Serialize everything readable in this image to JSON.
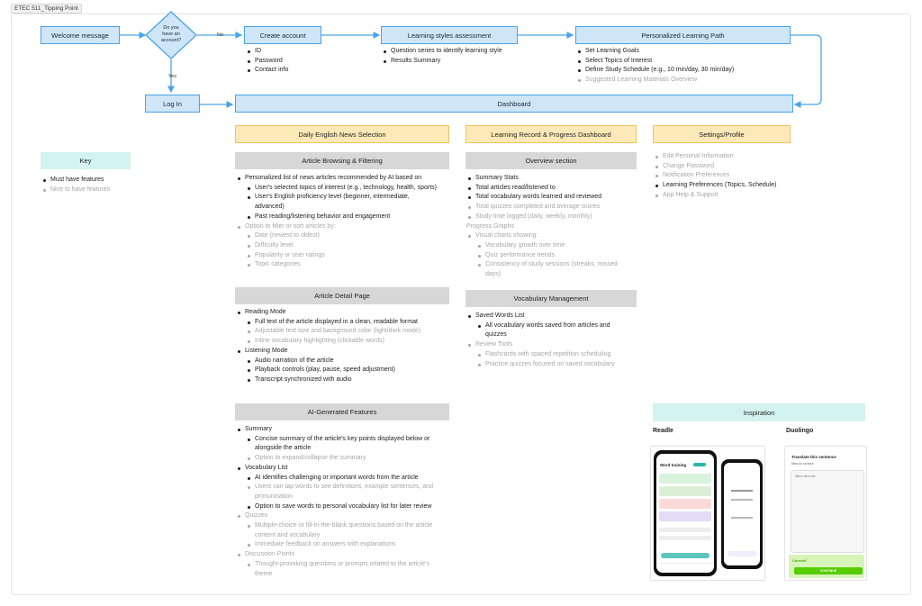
{
  "frame_title": "ETEC 511_Tipping Point",
  "flow": {
    "welcome": "Welcome message",
    "decision": [
      "Do you",
      "have an",
      "account?"
    ],
    "no_label": "No",
    "yes_label": "Yes",
    "create_account": "Create account",
    "learning_styles": "Learning styles assessment",
    "personalized_path": "Personalized Learning Path",
    "login": "Log In",
    "dashboard": "Dashboard",
    "create_items": [
      "ID",
      "Password",
      "Contact info"
    ],
    "learning_items": [
      "Question series to identify learning style",
      "Results Summary"
    ],
    "path_items": [
      {
        "text": "Set Learning Goals",
        "nice": false
      },
      {
        "text": "Select Topics of Interest",
        "nice": false
      },
      {
        "text": "Define Study Schedule (e.g., 10 min/day, 30 min/day)",
        "nice": false
      },
      {
        "text": "Suggested Learning Materials Overview",
        "nice": true
      }
    ]
  },
  "key": {
    "title": "Key",
    "must": "Must have features",
    "nice": "Nice to have features"
  },
  "sections": {
    "news": "Daily English News Selection",
    "record": "Learning Record & Progress Dashboard",
    "settings": "Settings/Profile"
  },
  "article_browsing": {
    "title": "Article Browsing & Filtering",
    "items": [
      {
        "lvl": 1,
        "text": "Personalized list of news articles recommended by AI based on",
        "nice": false
      },
      {
        "lvl": 2,
        "text": "User's selected topics of interest (e.g., technology, health, sports)",
        "nice": false
      },
      {
        "lvl": 2,
        "text": "User's English proficiency level (beginner, intermediate,",
        "nice": false
      },
      {
        "lvl": 2,
        "text": "advanced)",
        "nice": false,
        "cont": true
      },
      {
        "lvl": 2,
        "text": "Past reading/listening behavior and engagement",
        "nice": false
      },
      {
        "lvl": 1,
        "text": "Option to filter or sort articles by:",
        "nice": true
      },
      {
        "lvl": 2,
        "text": "Date (newest to oldest)",
        "nice": true
      },
      {
        "lvl": 2,
        "text": "Difficulty level",
        "nice": true
      },
      {
        "lvl": 2,
        "text": "Popularity or user ratings",
        "nice": true
      },
      {
        "lvl": 2,
        "text": "Topic categories",
        "nice": true
      }
    ]
  },
  "article_detail": {
    "title": "Article Detail Page",
    "items": [
      {
        "lvl": 1,
        "text": "Reading Mode",
        "nice": false
      },
      {
        "lvl": 2,
        "text": "Full text of the article displayed in a clean, readable format",
        "nice": false
      },
      {
        "lvl": 2,
        "text": "Adjustable text size and background color (light/dark mode)",
        "nice": true
      },
      {
        "lvl": 2,
        "text": "Inline vocabulary highlighting (clickable words)",
        "nice": true
      },
      {
        "lvl": 1,
        "text": "Listening Mode",
        "nice": false
      },
      {
        "lvl": 2,
        "text": "Audio narration of the article",
        "nice": false
      },
      {
        "lvl": 2,
        "text": "Playback controls (play, pause, speed adjustment)",
        "nice": false
      },
      {
        "lvl": 2,
        "text": "Transcript synchronized with audio",
        "nice": false
      }
    ]
  },
  "ai_features": {
    "title": "AI-Generated Features",
    "items": [
      {
        "lvl": 1,
        "text": "Summary",
        "nice": false
      },
      {
        "lvl": 2,
        "text": "Concise summary of the article's key points displayed below or",
        "nice": false
      },
      {
        "lvl": 2,
        "text": "alongside the article",
        "nice": false,
        "cont": true
      },
      {
        "lvl": 2,
        "text": "Option to expand/collapse the summary",
        "nice": true
      },
      {
        "lvl": 1,
        "text": "Vocabulary List",
        "nice": false
      },
      {
        "lvl": 2,
        "text": "AI identifies challenging or important words from the article",
        "nice": false
      },
      {
        "lvl": 2,
        "text": "Users can tap words to see definitions, example sentences, and",
        "nice": true
      },
      {
        "lvl": 2,
        "text": "pronunciation",
        "nice": true,
        "cont": true
      },
      {
        "lvl": 2,
        "text": "Option to save words to personal vocabulary list for later review",
        "nice": false
      },
      {
        "lvl": 1,
        "text": "Quizzes",
        "nice": true
      },
      {
        "lvl": 2,
        "text": "Multiple-choice or fill-in-the-blank questions based on the article",
        "nice": true
      },
      {
        "lvl": 2,
        "text": "content and vocabulary",
        "nice": true,
        "cont": true
      },
      {
        "lvl": 2,
        "text": "Immediate feedback on answers with explanations",
        "nice": true
      },
      {
        "lvl": 1,
        "text": "Discussion Points",
        "nice": true
      },
      {
        "lvl": 2,
        "text": "Thought-provoking questions or prompts related to the article's",
        "nice": true
      },
      {
        "lvl": 2,
        "text": "theme",
        "nice": true,
        "cont": true
      }
    ]
  },
  "overview": {
    "title": "Overview section",
    "items": [
      {
        "lvl": 1,
        "text": "Summary Stats",
        "nice": false
      },
      {
        "lvl": 1,
        "text": "Total articles read/listened to",
        "nice": false
      },
      {
        "lvl": 1,
        "text": "Total vocabulary words learned and reviewed",
        "nice": false
      },
      {
        "lvl": 1,
        "text": "Total quizzes completed and average scores",
        "nice": true
      },
      {
        "lvl": 1,
        "text": "Study time logged (daily, weekly, monthly)",
        "nice": true
      },
      {
        "lvl": 0,
        "text": "Progress Graphs",
        "nice": true
      },
      {
        "lvl": 1,
        "text": "Visual charts showing:",
        "nice": true
      },
      {
        "lvl": 2,
        "text": "Vocabulary growth over time",
        "nice": true
      },
      {
        "lvl": 2,
        "text": "Quiz performance trends",
        "nice": true
      },
      {
        "lvl": 2,
        "text": "Consistency of study sessions (streaks, missed",
        "nice": true
      },
      {
        "lvl": 2,
        "text": "days)",
        "nice": true,
        "cont": true
      }
    ]
  },
  "vocab_mgmt": {
    "title": "Vocabulary Management",
    "items": [
      {
        "lvl": 1,
        "text": "Saved Words List",
        "nice": false
      },
      {
        "lvl": 2,
        "text": "All vocabulary words saved from articles and",
        "nice": false
      },
      {
        "lvl": 2,
        "text": "quizzes",
        "nice": false,
        "cont": true
      },
      {
        "lvl": 1,
        "text": "Review Tools",
        "nice": true
      },
      {
        "lvl": 2,
        "text": "Flashcards with spaced repetition scheduling",
        "nice": true
      },
      {
        "lvl": 2,
        "text": "Practice quizzes focused on saved vocabulary",
        "nice": true
      }
    ]
  },
  "settings_items": [
    {
      "text": "Edit Personal Information",
      "nice": true
    },
    {
      "text": "Change Password",
      "nice": true
    },
    {
      "text": "Notification Preferences",
      "nice": true
    },
    {
      "text": "Learning Preferences (Topics, Schedule)",
      "nice": false
    },
    {
      "text": "App Help & Support",
      "nice": true
    }
  ],
  "inspiration": {
    "title": "Inspiration",
    "readle": "Readle",
    "duolingo": "Duolingo",
    "readle_screen_title": "Word training",
    "duo_heading": "Translate this sentence",
    "duo_subtitle": "Mea do na tena.",
    "duo_answer": "Nikso fiera rita.",
    "duo_correct": "Correct!",
    "duo_continue": "CONTINUE"
  },
  "colors": {
    "flow_fill": "#cfe6f9",
    "flow_stroke": "#4aa3e8",
    "section_fill": "#fde9b7",
    "subsection_fill": "#d7d7d7",
    "key_fill": "#d3f3ef",
    "nice_text": "#a7a7a7"
  }
}
